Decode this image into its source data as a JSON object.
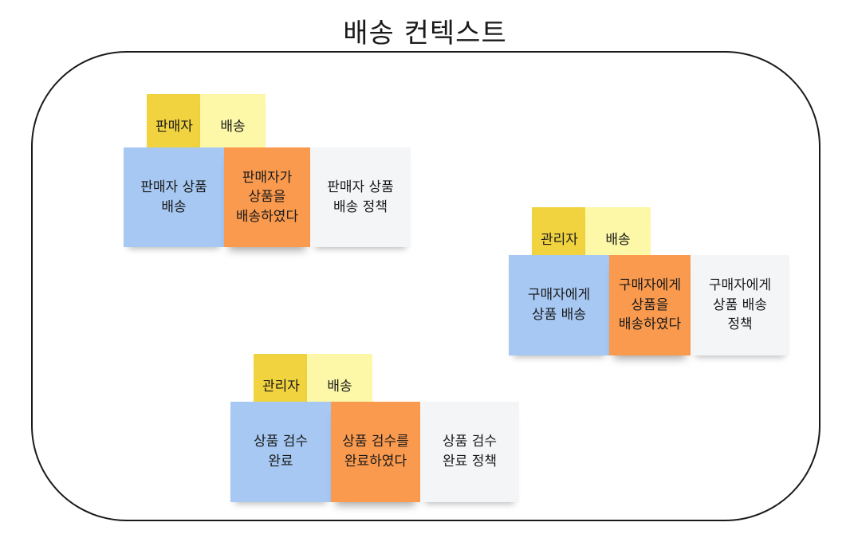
{
  "title": "배송 컨텍스트",
  "groups": [
    {
      "actor": "판매자",
      "context": "배송",
      "command": "판매자 상품\n배송",
      "event": "판매자가\n상품을\n배송하였다",
      "policy": "판매자 상품\n배송 정책"
    },
    {
      "actor": "관리자",
      "context": "배송",
      "command": "구매자에게\n상품 배송",
      "event": "구매자에게\n상품을\n배송하였다",
      "policy": "구매자에게\n상품 배송\n정책"
    },
    {
      "actor": "관리자",
      "context": "배송",
      "command": "상품 검수\n완료",
      "event": "상품 검수를\n완료하였다",
      "policy": "상품 검수\n완료 정책"
    }
  ],
  "colors": {
    "actor": "#f1d340",
    "context": "#fcf8a8",
    "command": "#a6c8f2",
    "event": "#fa9a4e",
    "policy": "#f4f5f7",
    "boundary": "#1a1a1a"
  }
}
